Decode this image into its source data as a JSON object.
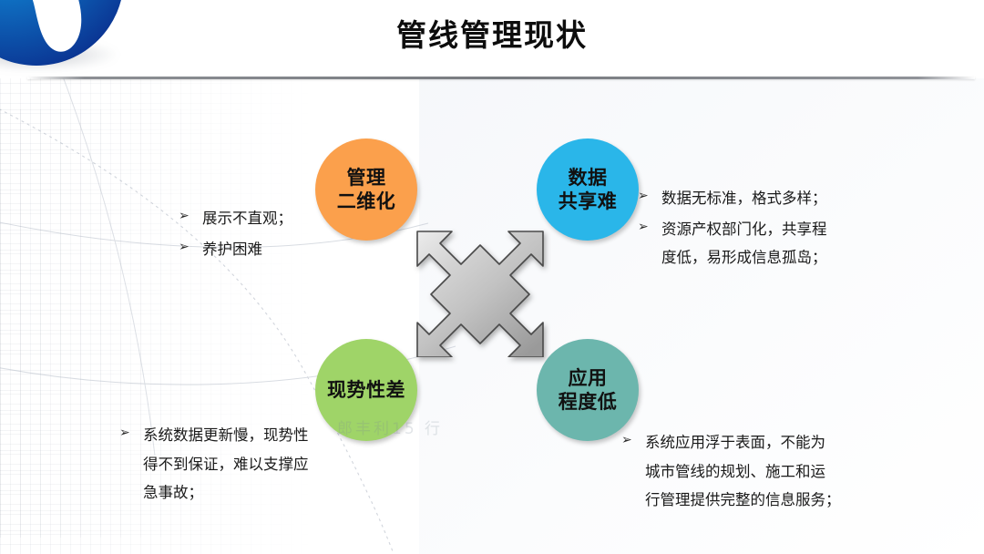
{
  "slide": {
    "title": "管线管理现状",
    "watermark": "郎丰利15                                 行"
  },
  "logo": {
    "name": "globe-logo"
  },
  "diagram": {
    "center_icon": "four-way-diagonal-arrows",
    "circles": [
      {
        "id": "mgmt",
        "line1": "管理",
        "line2": "二维化",
        "color": "#FBA04C",
        "position": "top-left"
      },
      {
        "id": "data",
        "line1": "数据",
        "line2": "共享难",
        "color": "#2AB6E9",
        "position": "top-right"
      },
      {
        "id": "status",
        "line1": "现势性差",
        "line2": "",
        "color": "#9FD468",
        "position": "bottom-left"
      },
      {
        "id": "app",
        "line1": "应用",
        "line2": "程度低",
        "color": "#6CB6AD",
        "position": "bottom-right"
      }
    ]
  },
  "bullets": {
    "marker": "➢",
    "top_left": [
      "展示不直观；",
      "养护困难"
    ],
    "right": [
      "数据无标准，格式多样；",
      "资源产权部门化，共享程\n度低，易形成信息孤岛；"
    ],
    "bottom_left": [
      "系统数据更新慢，现势性\n得不到保证，难以支撑应\n急事故；"
    ],
    "bottom_right": [
      "系统应用浮于表面，不能为\n城市管线的规划、施工和运\n行管理提供完整的信息服务；"
    ]
  },
  "colors": {
    "background": "#FFFFFF",
    "title_text": "#0D0D0D",
    "rule": "#7C7F84",
    "globe_blue_dark": "#0B3FA6",
    "globe_blue_light": "#1C9AD6",
    "center_arrow_gray": "#BFBFBF"
  }
}
